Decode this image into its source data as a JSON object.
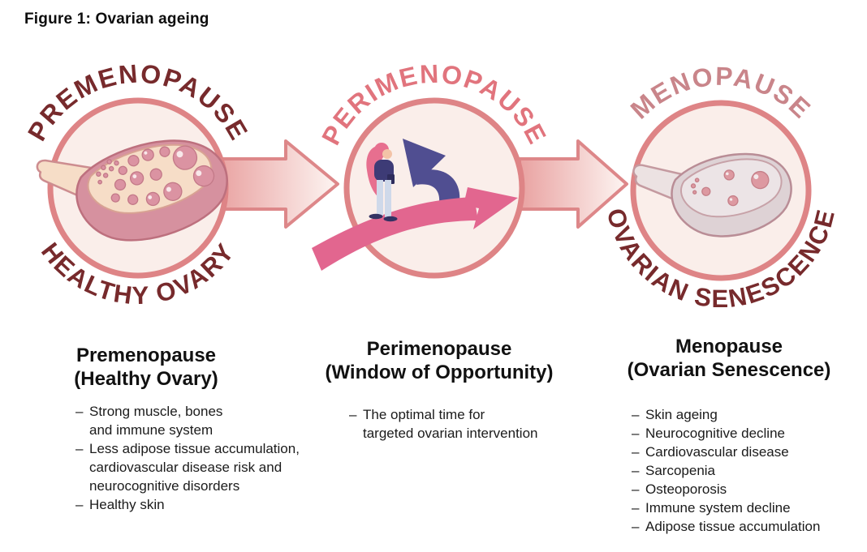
{
  "figure_title": "Figure 1: Ovarian ageing",
  "bullet_marker": "–",
  "colors": {
    "dark_maroon": "#772a2c",
    "salmon": "#e1747d",
    "dusty_rose": "#c9858a",
    "ring": "#de8486",
    "circle_fill": "#faeeea",
    "arrow_border": "#dd8789",
    "arrow_fill_start": "#e9a2a1",
    "arrow_fill_end": "#fdf5f2",
    "ribbon_pink": "#e2668f",
    "arrow_blue": "#504e91",
    "text": "#141414"
  },
  "stages": [
    {
      "arc_top": "PREMENOPAUSE",
      "arc_bottom": "HEALTHY OVARY",
      "heading": "Premenopause",
      "subheading": "(Healthy Ovary)",
      "bullets": [
        "Strong muscle, bones\nand immune system",
        "Less adipose tissue accumulation,\ncardiovascular disease risk and\nneurocognitive disorders",
        "Healthy skin"
      ]
    },
    {
      "arc_top": "PERIMENOPAUSE",
      "arc_bottom": "",
      "heading": "Perimenopause",
      "subheading": "(Window of Opportunity)",
      "bullets": [
        "The optimal time for\ntargeted ovarian intervention"
      ]
    },
    {
      "arc_top": "MENOPAUSE",
      "arc_bottom": "OVARIAN SENESCENCE",
      "heading": "Menopause",
      "subheading": "(Ovarian Senescence)",
      "bullets": [
        "Skin ageing",
        "Neurocognitive decline",
        "Cardiovascular disease",
        "Sarcopenia",
        "Osteoporosis",
        "Immune system decline",
        "Adipose tissue accumulation"
      ]
    }
  ]
}
